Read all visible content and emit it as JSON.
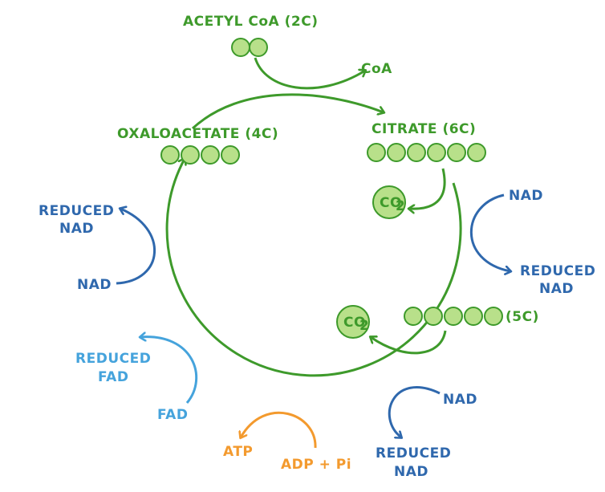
{
  "colors": {
    "green": "#3e9a2b",
    "ball_fill": "#b8e08a",
    "navy": "#2f68ad",
    "light_blue": "#45a3dc",
    "orange": "#f39a2e"
  },
  "molecules": {
    "acetyl_coa": {
      "label": "ACETYL CoA (2C)",
      "carbons": 2
    },
    "coa": {
      "label": "CoA"
    },
    "citrate": {
      "label": "CITRATE (6C)",
      "carbons": 6
    },
    "oxaloacetate": {
      "label": "OXALOACETATE (4C)",
      "carbons": 4
    },
    "five_c": {
      "label": "(5C)",
      "carbons": 5
    }
  },
  "co2": {
    "label_main": "CO",
    "label_sub": "2"
  },
  "reactions": {
    "nad_1": {
      "input": "NAD",
      "output_line1": "REDUCED",
      "output_line2": "NAD"
    },
    "nad_2": {
      "input": "NAD",
      "output_line1": "REDUCED",
      "output_line2": "NAD"
    },
    "nad_3": {
      "input": "NAD",
      "output_line1": "REDUCED",
      "output_line2": "NAD"
    },
    "fad": {
      "input": "FAD",
      "output_line1": "REDUCED",
      "output_line2": "FAD"
    },
    "atp": {
      "input": "ADP + Pi",
      "output": "ATP"
    }
  }
}
